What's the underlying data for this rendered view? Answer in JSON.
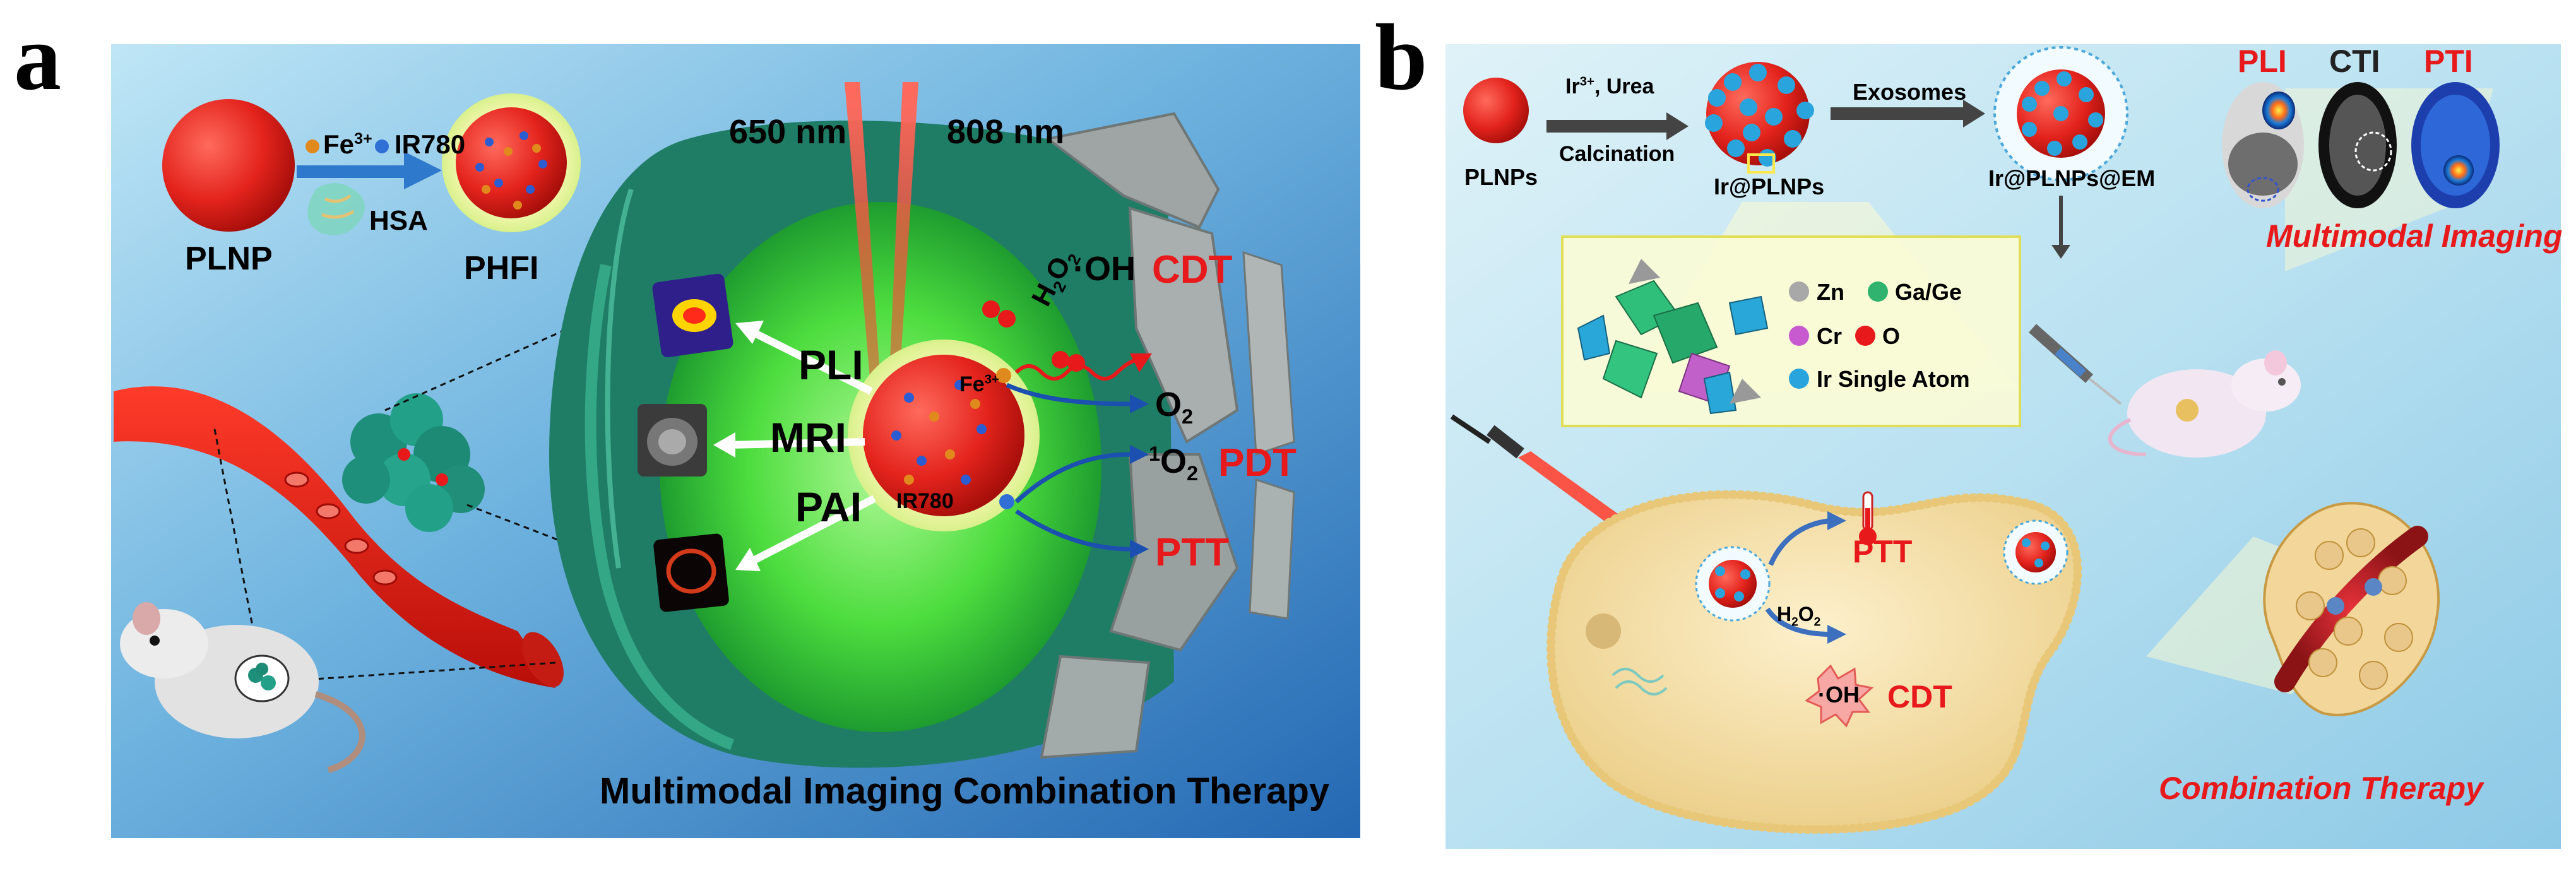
{
  "panel_a": {
    "letter": "a",
    "plnp": "PLNP",
    "fe": "Fe",
    "fe_sup": "3+",
    "ir780": "IR780",
    "hsa": "HSA",
    "phfi": "PHFI",
    "wavelength_650": "650 nm",
    "wavelength_808": "808  nm",
    "pli": "PLI",
    "mri": "MRI",
    "pai": "PAI",
    "fe_core": "Fe",
    "fe_core_sup": "3+",
    "ir780_core": "IR780",
    "oh": "·OH",
    "cdt": "CDT",
    "h2o2": "H",
    "h2o2_sub1": "2",
    "h2o2_mid": "O",
    "h2o2_sub2": "2",
    "o2": "O",
    "o2_sub": "2",
    "singlet_o2_sup": "1",
    "singlet_o2": "O",
    "singlet_o2_sub": "2",
    "pdt": "PDT",
    "ptt": "PTT",
    "multimodal_imaging": "Multimodal Imaging",
    "combination_therapy": "Combination Therapy"
  },
  "panel_b": {
    "letter": "b",
    "plnps": "PLNPs",
    "ir_urea": "Ir",
    "ir_urea_sup": "3+",
    "ir_urea_tail": ", Urea",
    "calcination": "Calcination",
    "ir_plnps": "Ir@PLNPs",
    "exosomes": "Exosomes",
    "ir_plnps_em": "Ir@PLNPs@EM",
    "pli": "PLI",
    "cti": "CTI",
    "pti": "PTI",
    "multimodal_imaging": "Multimodal Imaging",
    "legend": {
      "zn": "Zn",
      "gage": "Ga/Ge",
      "cr": "Cr",
      "o": "O",
      "ir_single": "Ir Single Atom"
    },
    "ptt": "PTT",
    "h2o2": "H",
    "h2o2_sub1": "2",
    "h2o2_mid": "O",
    "h2o2_sub2": "2",
    "oh": "·OH",
    "cdt": "CDT",
    "combination_therapy": "Combination Therapy"
  },
  "colors": {
    "panel_a_bg": "#3f88c8",
    "panel_b_bg": "#bfe3f2",
    "accent_red": "#e8191b",
    "green_glow": "#5bea4a",
    "cell_beige": "#f5dfa8"
  }
}
